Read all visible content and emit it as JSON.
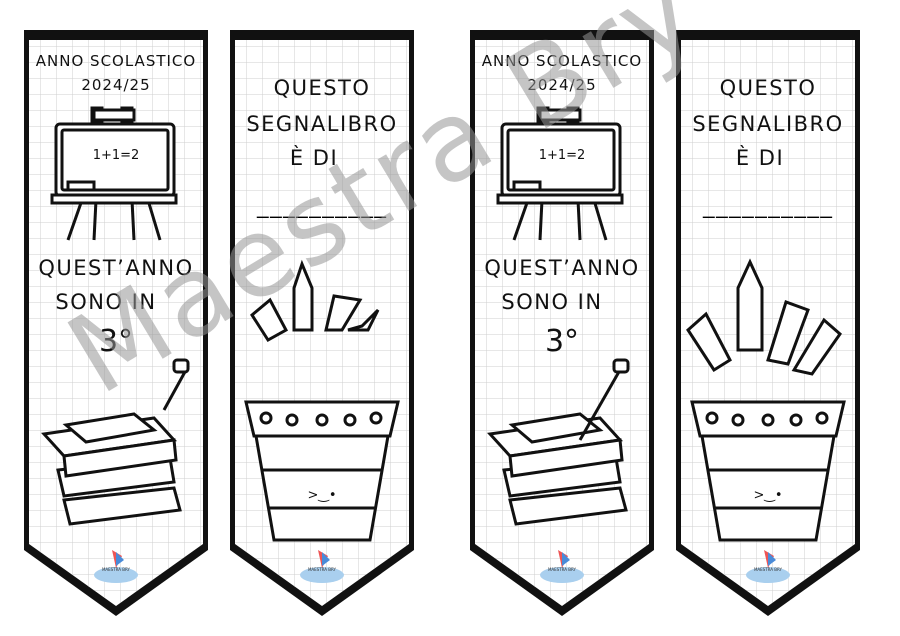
{
  "bookmarks": [
    {
      "type": "class",
      "line1": "ANNO SCOLASTICO",
      "line2": "2024/25",
      "board": "1+1=2",
      "q1": "QUEST’ANNO",
      "q2": "SONO IN",
      "grade": "3°"
    },
    {
      "type": "owner",
      "l1": "QUESTO",
      "l2": "SEGNALIBRO",
      "l3": "È DI",
      "dash": "––––––––––"
    },
    {
      "type": "class",
      "line1": "ANNO SCOLASTICO",
      "line2": "2024/25",
      "board": "1+1=2",
      "q1": "QUEST’ANNO",
      "q2": "SONO IN",
      "grade": "3°"
    },
    {
      "type": "owner",
      "l1": "QUESTO",
      "l2": "SEGNALIBRO",
      "l3": "È DI",
      "dash": "––––––––––"
    }
  ],
  "logo_text": "MAESTRA BRY",
  "watermark": "Maestra Bry",
  "pot_face": ">‿•"
}
